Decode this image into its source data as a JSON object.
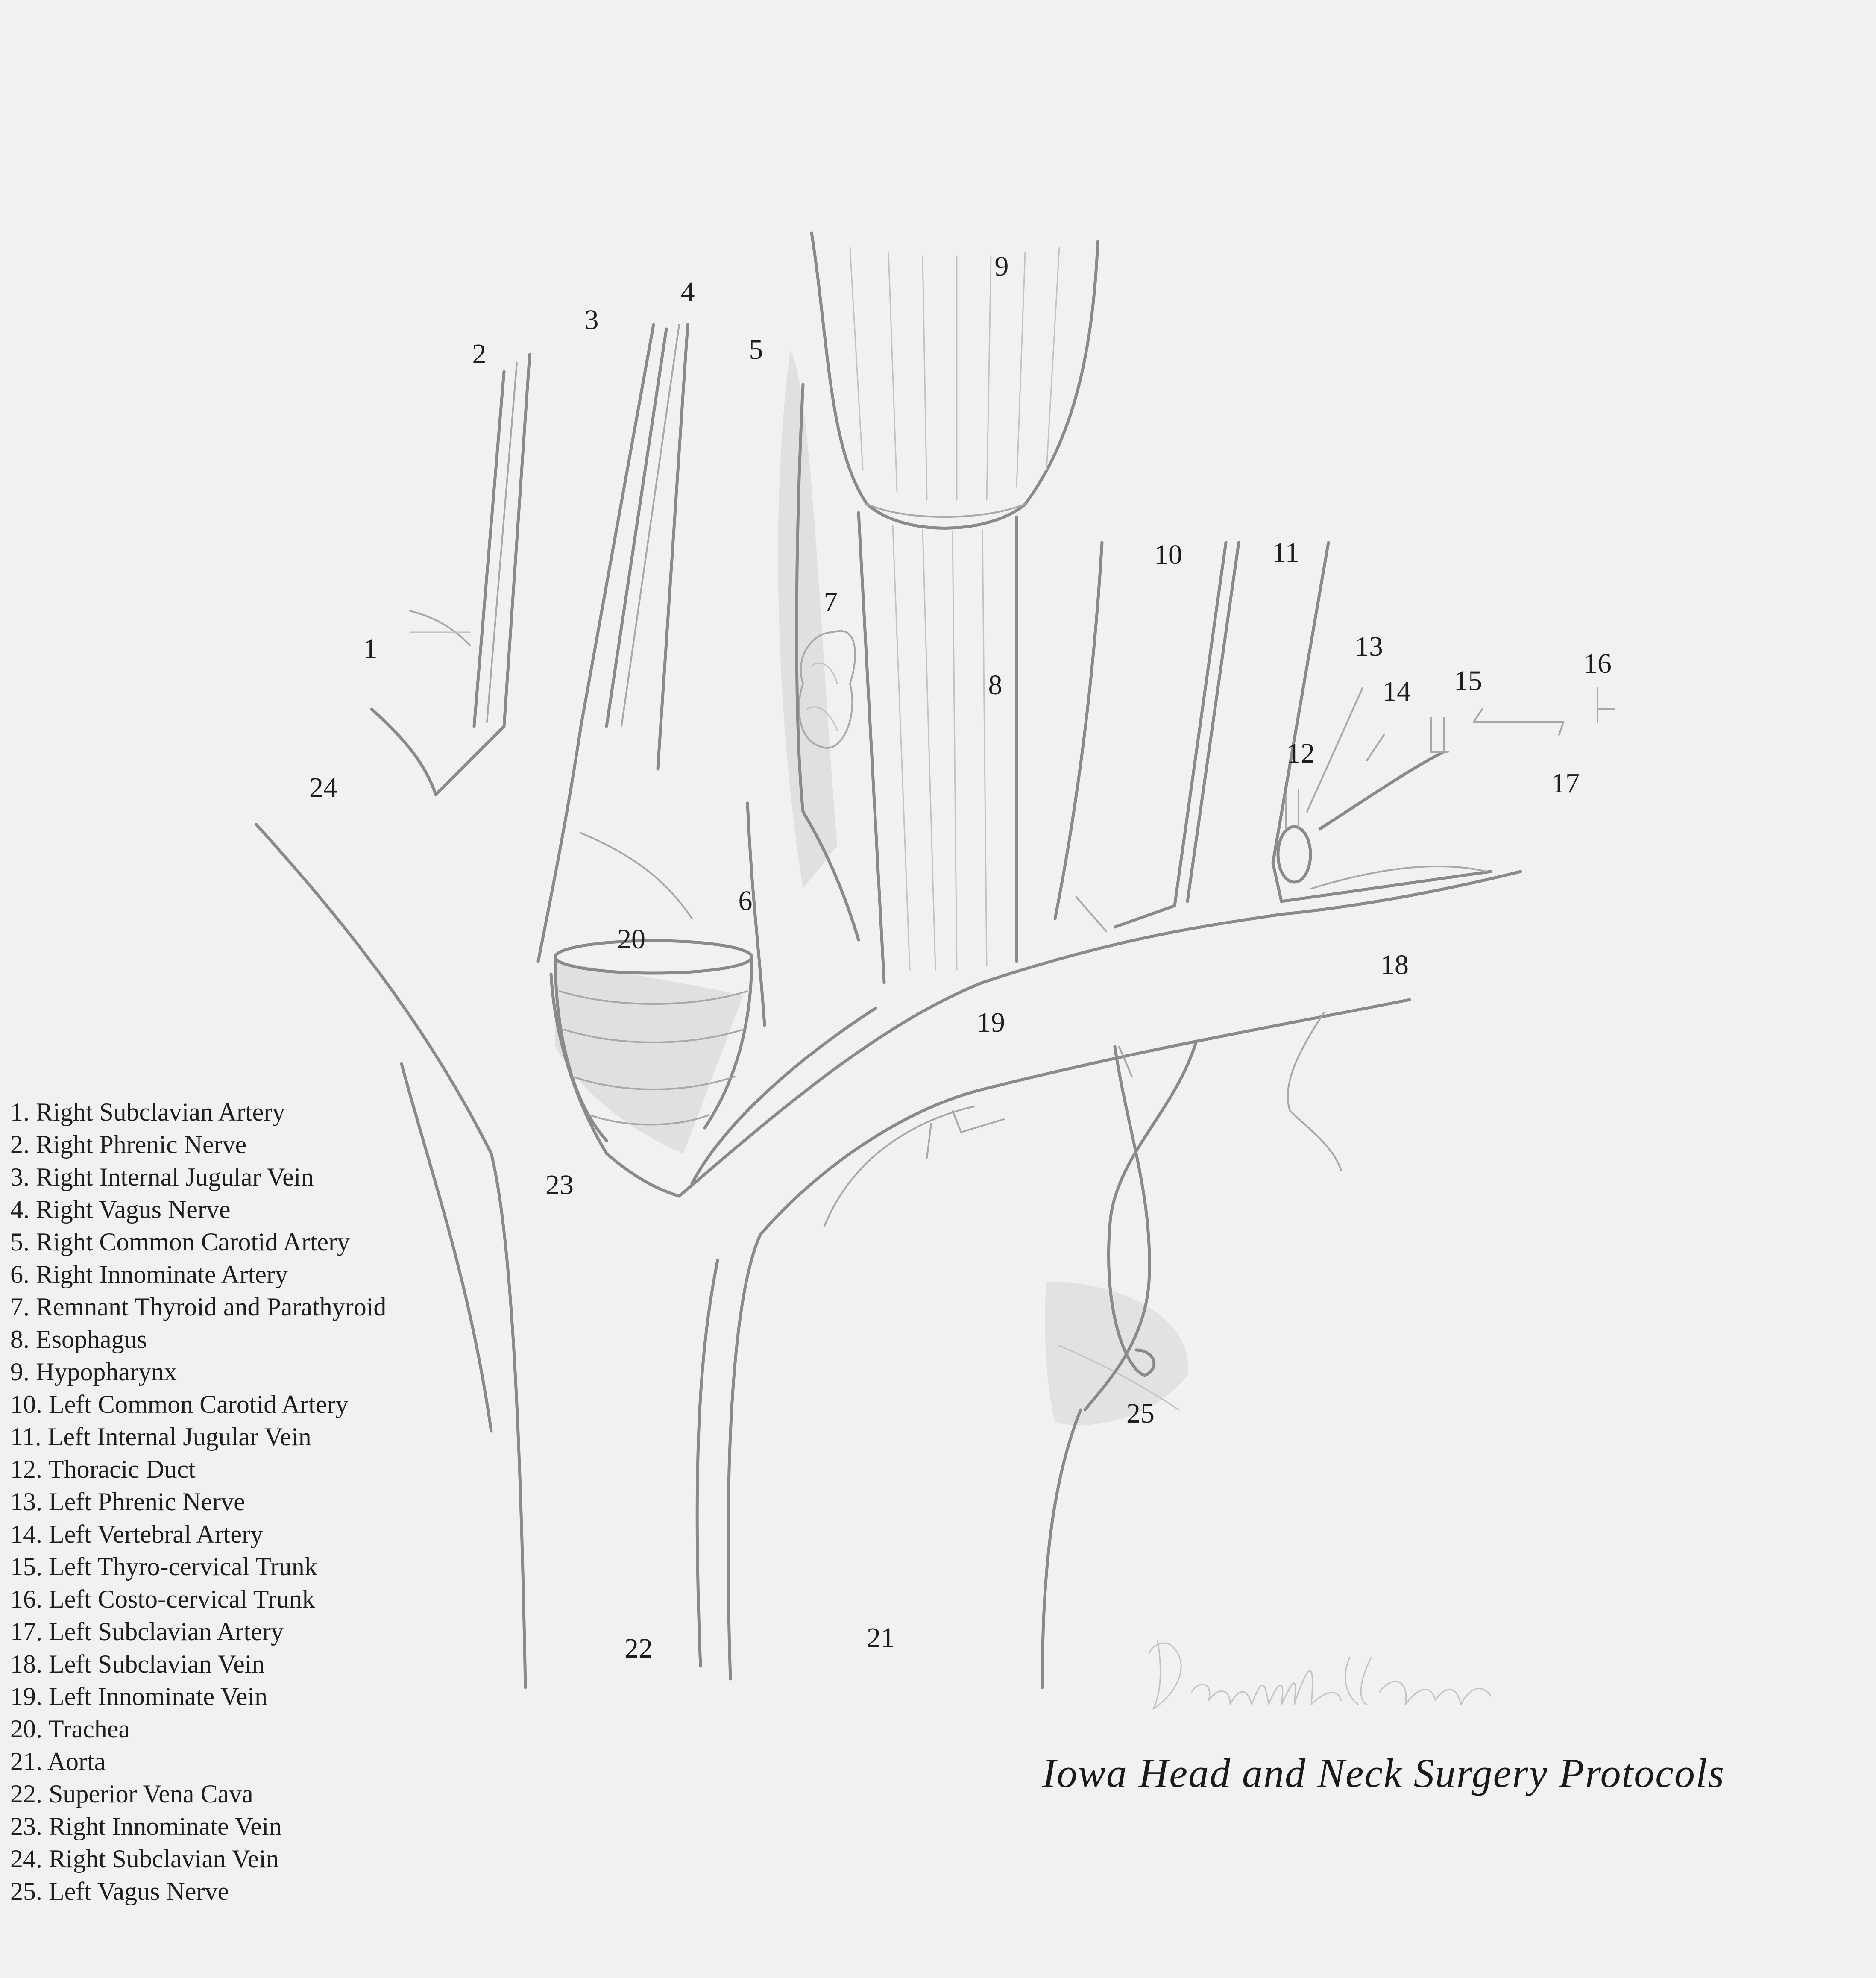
{
  "diagram": {
    "callouts": [
      {
        "id": "n1",
        "text": "1"
      },
      {
        "id": "n2",
        "text": "2"
      },
      {
        "id": "n3",
        "text": "3"
      },
      {
        "id": "n4",
        "text": "4"
      },
      {
        "id": "n5",
        "text": "5"
      },
      {
        "id": "n6",
        "text": "6"
      },
      {
        "id": "n7",
        "text": "7"
      },
      {
        "id": "n8",
        "text": "8"
      },
      {
        "id": "n9",
        "text": "9"
      },
      {
        "id": "n10",
        "text": "10"
      },
      {
        "id": "n11",
        "text": "11"
      },
      {
        "id": "n12",
        "text": "12"
      },
      {
        "id": "n13",
        "text": "13"
      },
      {
        "id": "n14",
        "text": "14"
      },
      {
        "id": "n15",
        "text": "15"
      },
      {
        "id": "n16",
        "text": "16"
      },
      {
        "id": "n17",
        "text": "17"
      },
      {
        "id": "n18",
        "text": "18"
      },
      {
        "id": "n19",
        "text": "19"
      },
      {
        "id": "n20",
        "text": "20"
      },
      {
        "id": "n21",
        "text": "21"
      },
      {
        "id": "n22",
        "text": "22"
      },
      {
        "id": "n23",
        "text": "23"
      },
      {
        "id": "n24",
        "text": "24"
      },
      {
        "id": "n25",
        "text": "25"
      }
    ]
  },
  "legend": [
    "1. Right Subclavian Artery",
    "2. Right Phrenic Nerve",
    "3. Right Internal Jugular Vein",
    "4. Right Vagus Nerve",
    "5. Right Common Carotid Artery",
    "6. Right Innominate Artery",
    "7. Remnant Thyroid and Parathyroid",
    "8. Esophagus",
    "9. Hypopharynx",
    "10. Left Common Carotid Artery",
    "11. Left Internal Jugular Vein",
    "12. Thoracic Duct",
    "13. Left Phrenic Nerve",
    "14. Left Vertebral Artery",
    "15. Left Thyro-cervical Trunk",
    "16. Left Costo-cervical Trunk",
    "17. Left Subclavian Artery",
    "18. Left Subclavian Vein",
    "19. Left Innominate Vein",
    "20. Trachea",
    "21. Aorta",
    "22. Superior Vena Cava",
    "23. Right Innominate Vein",
    "24. Right Subclavian Vein",
    "25. Left Vagus Nerve"
  ],
  "caption": "Iowa Head and Neck Surgery Protocols",
  "signature": "Danielle St Hoyne"
}
